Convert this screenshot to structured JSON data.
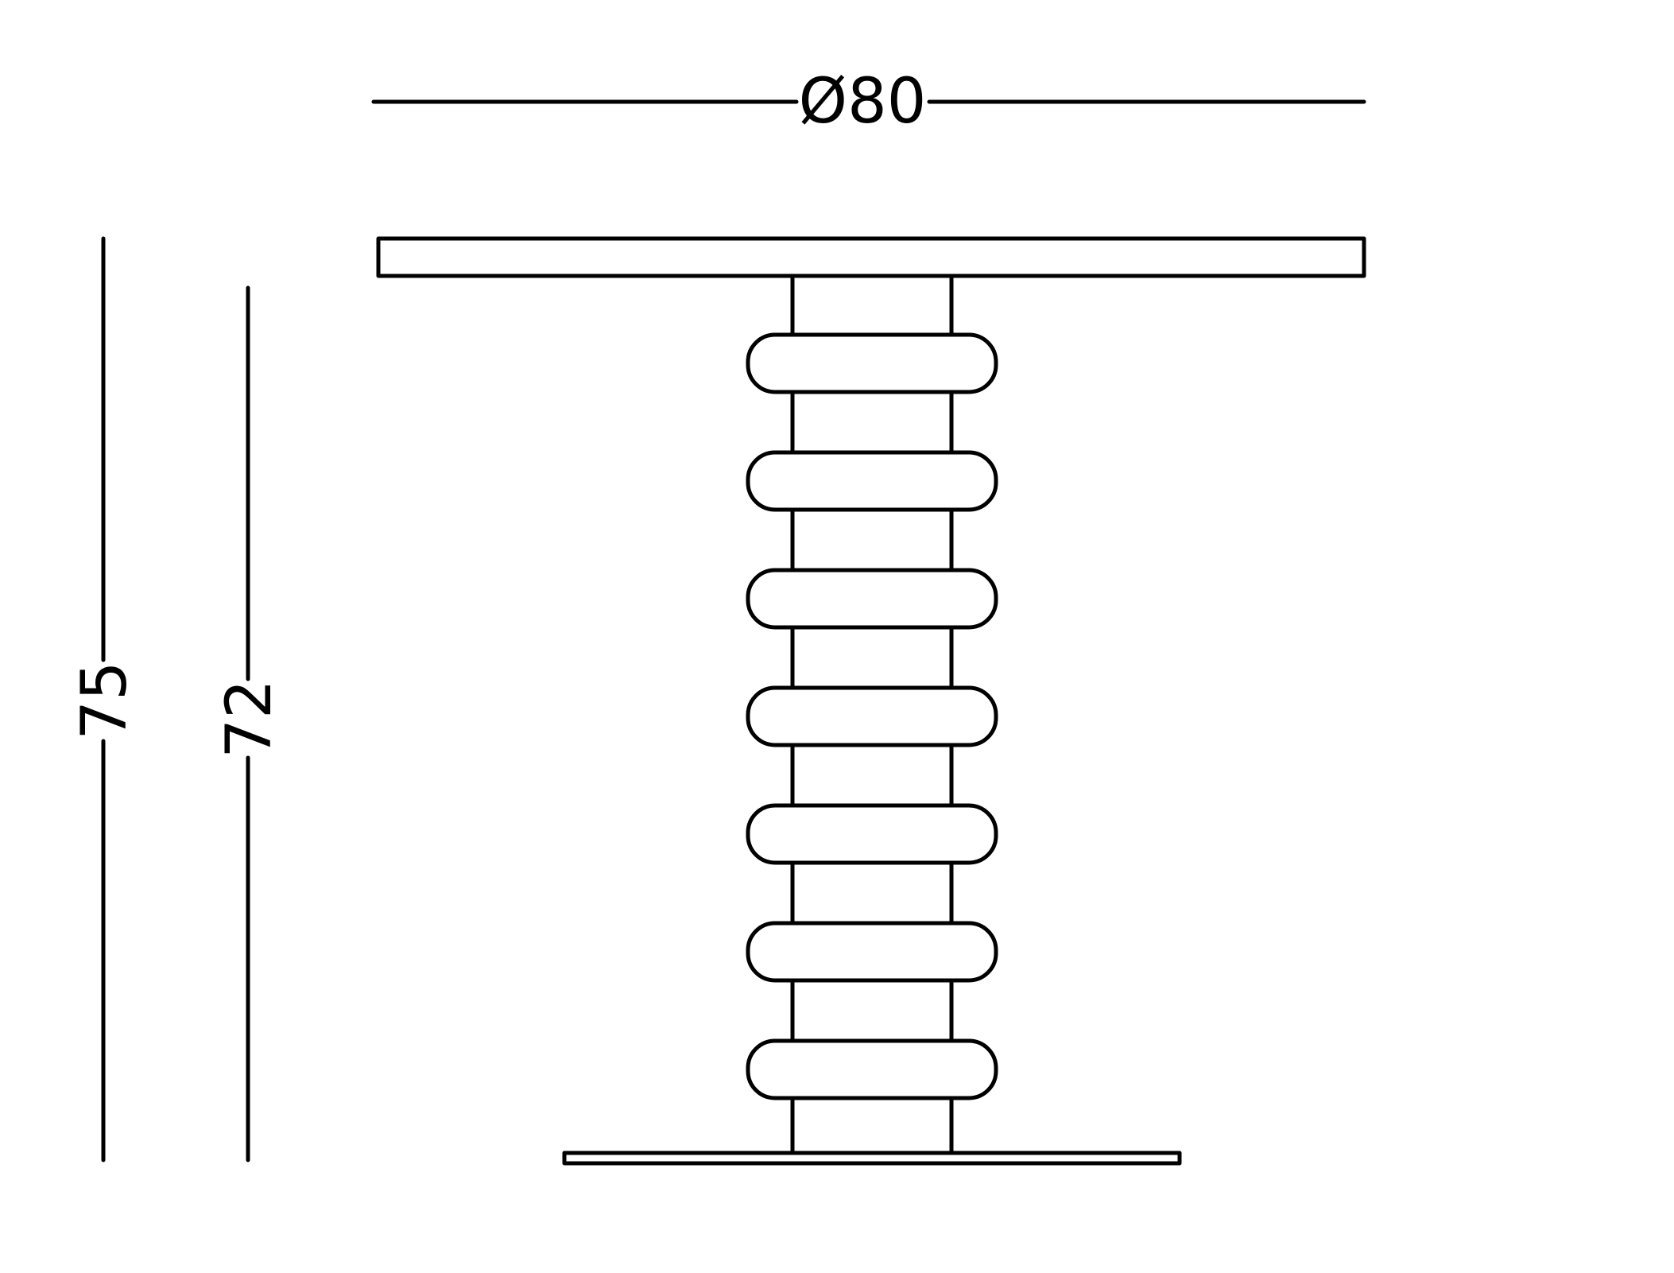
{
  "dimensions": {
    "diameter_label": "Ø80",
    "total_height_label": "75",
    "base_to_top_label": "72"
  },
  "drawing": {
    "column_ring_count": 7
  }
}
